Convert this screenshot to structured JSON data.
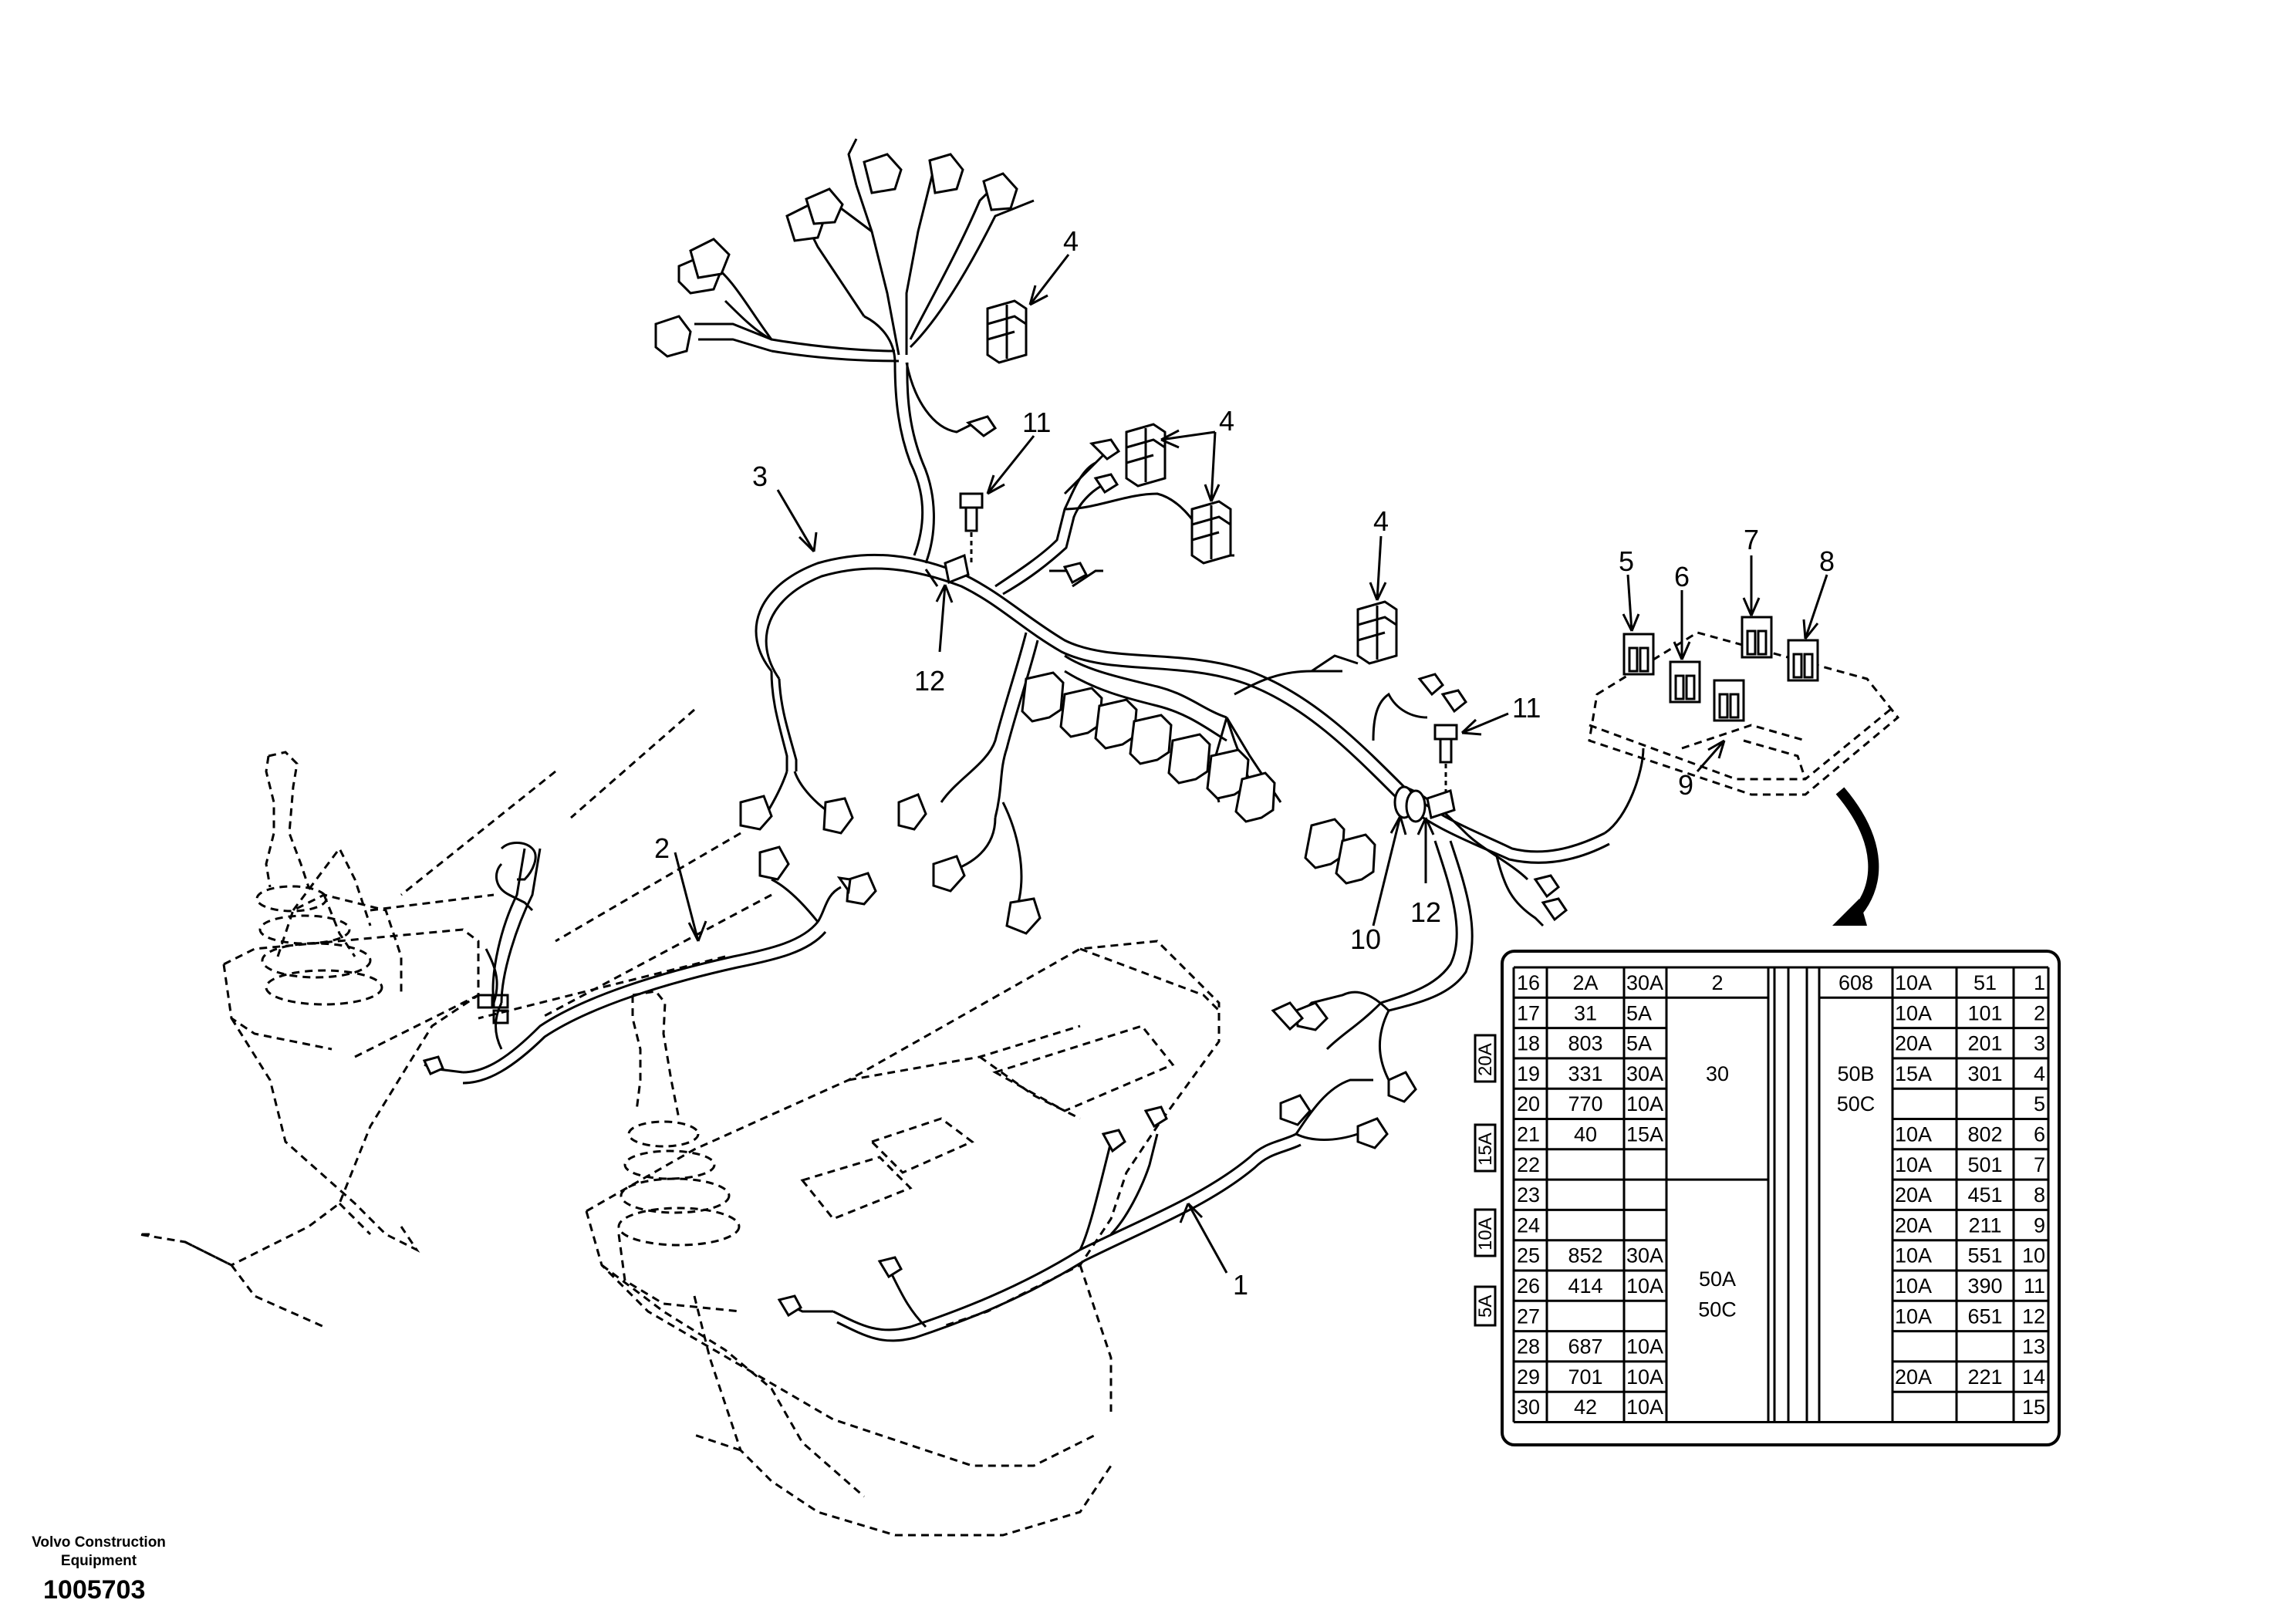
{
  "callouts": [
    "1",
    "2",
    "3",
    "4",
    "4",
    "4",
    "5",
    "6",
    "7",
    "8",
    "9",
    "10",
    "11",
    "11",
    "12",
    "12"
  ],
  "fuse_box": {
    "left_rows": [
      {
        "num": "16",
        "code": "2A",
        "amp": "30A"
      },
      {
        "num": "17",
        "code": "31",
        "amp": "5A"
      },
      {
        "num": "18",
        "code": "803",
        "amp": "5A"
      },
      {
        "num": "19",
        "code": "331",
        "amp": "30A"
      },
      {
        "num": "20",
        "code": "770",
        "amp": "10A"
      },
      {
        "num": "21",
        "code": "40",
        "amp": "15A"
      },
      {
        "num": "22",
        "code": "",
        "amp": ""
      },
      {
        "num": "23",
        "code": "",
        "amp": ""
      },
      {
        "num": "24",
        "code": "",
        "amp": ""
      },
      {
        "num": "25",
        "code": "852",
        "amp": "30A"
      },
      {
        "num": "26",
        "code": "414",
        "amp": "10A"
      },
      {
        "num": "27",
        "code": "",
        "amp": ""
      },
      {
        "num": "28",
        "code": "687",
        "amp": "10A"
      },
      {
        "num": "29",
        "code": "701",
        "amp": "10A"
      },
      {
        "num": "30",
        "code": "42",
        "amp": "10A"
      }
    ],
    "right_rows": [
      {
        "amp": "10A",
        "code": "51",
        "num": "1"
      },
      {
        "amp": "10A",
        "code": "101",
        "num": "2"
      },
      {
        "amp": "20A",
        "code": "201",
        "num": "3"
      },
      {
        "amp": "15A",
        "code": "301",
        "num": "4"
      },
      {
        "amp": "",
        "code": "",
        "num": "5"
      },
      {
        "amp": "10A",
        "code": "802",
        "num": "6"
      },
      {
        "amp": "10A",
        "code": "501",
        "num": "7"
      },
      {
        "amp": "20A",
        "code": "451",
        "num": "8"
      },
      {
        "amp": "20A",
        "code": "211",
        "num": "9"
      },
      {
        "amp": "10A",
        "code": "551",
        "num": "10"
      },
      {
        "amp": "10A",
        "code": "390",
        "num": "11"
      },
      {
        "amp": "10A",
        "code": "651",
        "num": "12"
      },
      {
        "amp": "",
        "code": "",
        "num": "13"
      },
      {
        "amp": "20A",
        "code": "221",
        "num": "14"
      },
      {
        "amp": "",
        "code": "",
        "num": "15"
      }
    ],
    "relay_top": "2",
    "relay_mid": "30",
    "relay_low_1": "50A",
    "relay_low_2": "50C",
    "main_top": "608",
    "main_mid_1": "50B",
    "main_mid_2": "50C",
    "side_labels": [
      "20A",
      "15A",
      "10A",
      "5A"
    ]
  },
  "footer": {
    "company_line1": "Volvo Construction",
    "company_line2": "Equipment",
    "doc_number": "1005703"
  }
}
